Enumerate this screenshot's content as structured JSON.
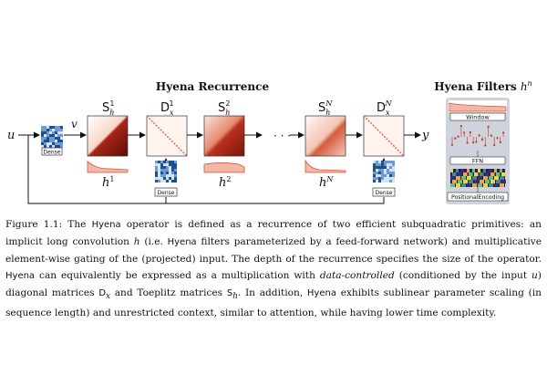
{
  "figure": {
    "title": "Hyena Recurrence",
    "filters_title": "Hyena Filters",
    "filters_title_sym": "h",
    "filters_title_sup": "n",
    "input_label": "u",
    "v_label": "v",
    "output_label": "y",
    "dots": "· · ·",
    "dense_label": "Dense",
    "operators": [
      {
        "base": "S",
        "sub": "h",
        "sup": "1"
      },
      {
        "base": "D",
        "sub": "x",
        "sup": "1"
      },
      {
        "base": "S",
        "sub": "h",
        "sup": "2"
      },
      {
        "base": "S",
        "sub": "h",
        "sup": "N"
      },
      {
        "base": "D",
        "sub": "x",
        "sup": "N"
      }
    ],
    "filter_labels": [
      {
        "base": "h",
        "sup": "1"
      },
      {
        "base": "h",
        "sup": "2"
      },
      {
        "base": "h",
        "sup": "N"
      }
    ],
    "panel_blocks": [
      "Window",
      "FFN",
      "PositionalEncoding"
    ],
    "colors": {
      "accent": "#c0392b",
      "light_accent": "#f6c9b8",
      "dense_blue": "#2e6fb3",
      "panel_bg": "#cfd4dc"
    }
  },
  "caption": {
    "p1": "Figure 1.1: The ",
    "hyena1": "Hyena",
    "p2": " operator is defined as a recurrence of two efficient subquadratic primitives: an implicit long convolution ",
    "h1": "h",
    "p3": " (i.e. ",
    "hyena2": "Hyena",
    "p4": " filters parameterized by a feed-forward network) and multiplicative element-wise gating of the (projected) input. The depth of the recurrence specifies the size of the operator. ",
    "hyena3": "Hyena",
    "p5": " can equivalently be expressed as a multiplication with ",
    "data_controlled": "data-controlled",
    "p6": " (conditioned by the input ",
    "u": "u",
    "p7": ") diagonal matrices ",
    "dx": "D",
    "dx_sub": "x",
    "p8": " and Toeplitz matrices ",
    "sh": "S",
    "sh_sub": "h",
    "p9": ". In addition, ",
    "hyena4": "Hyena",
    "p10": " exhibits sublinear parameter scaling (in sequence length) and unrestricted context, similar to attention, while having lower time complexity."
  }
}
